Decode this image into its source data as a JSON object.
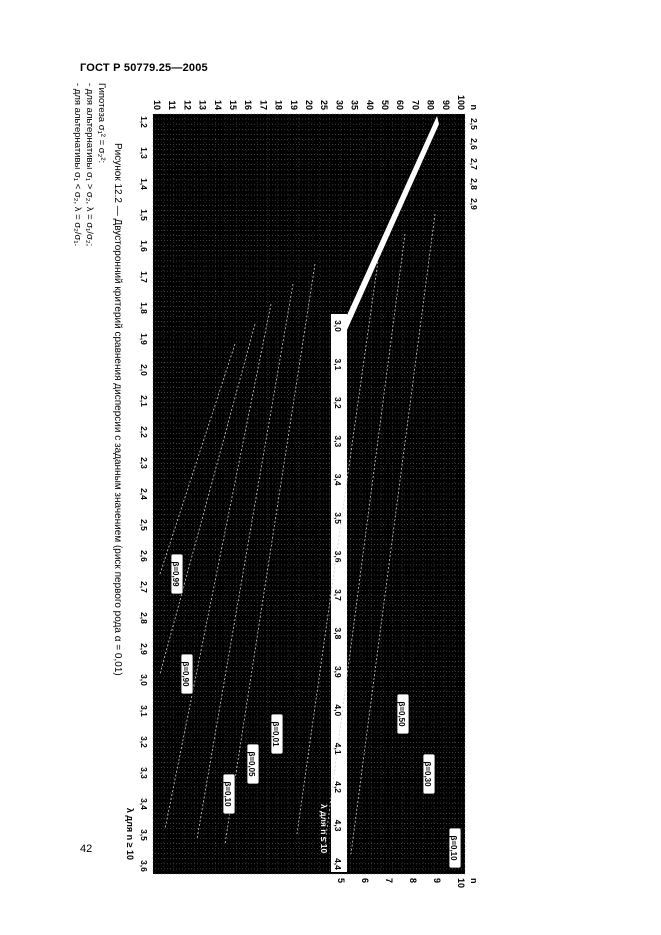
{
  "header": {
    "standard": "ГОСТ Р 50779.25—2005"
  },
  "page_number": "42",
  "chart": {
    "caption": "Рисунок 12.2 — Двусторонний критерий сравнения дисперсии с заданным значением (риск первого рода α = 0,01)",
    "hypothesis_lines": [
      "Гипотеза σ₁² = σ₂²:",
      "- для альтернативы σ₁ > σ₂, λ = σ₁/σ₂;",
      "- для альтернативы σ₁ < σ₂, λ = σ₂/σ₁."
    ],
    "n_axis_label": "n",
    "n_left_ticks": [
      "100",
      "90",
      "80",
      "70",
      "60",
      "50",
      "40",
      "35",
      "30",
      "25",
      "20",
      "19",
      "18",
      "17",
      "16",
      "15",
      "14",
      "13",
      "12",
      "11",
      "10"
    ],
    "n_right_label": "n",
    "n_right_ticks": [
      "10",
      "9",
      "8",
      "7",
      "6",
      "5"
    ],
    "lambda_bottom_ticks": [
      "1,2",
      "1,3",
      "1,4",
      "1,5",
      "1,6",
      "1,7",
      "1,8",
      "1,9",
      "2,0",
      "2,1",
      "2,2",
      "2,3",
      "2,4",
      "2,5",
      "2,6",
      "2,7",
      "2,8",
      "2,9",
      "3,0",
      "3,1",
      "3,2",
      "3,3",
      "3,4",
      "3,5",
      "3,6"
    ],
    "lambda_bottom_label": "λ для n ≥ 10",
    "lambda_inner_ticks": [
      "3,0",
      "3,1",
      "3,2",
      "3,3",
      "3,4",
      "3,5",
      "3,6",
      "3,7",
      "3,8",
      "3,9",
      "4,0",
      "4,1",
      "4,2",
      "4,3",
      "4,4"
    ],
    "lambda_inner_label": "λ для n ≤ 10",
    "lambda_top_ticks": [
      "2,5",
      "2,6",
      "2,7",
      "2,8",
      "2,9"
    ],
    "beta_labels": [
      "β=0,10",
      "β=0,30",
      "β=0,50",
      "β=0,01",
      "β=0,05",
      "β=0,10",
      "β=0,90",
      "β=0,99"
    ]
  }
}
